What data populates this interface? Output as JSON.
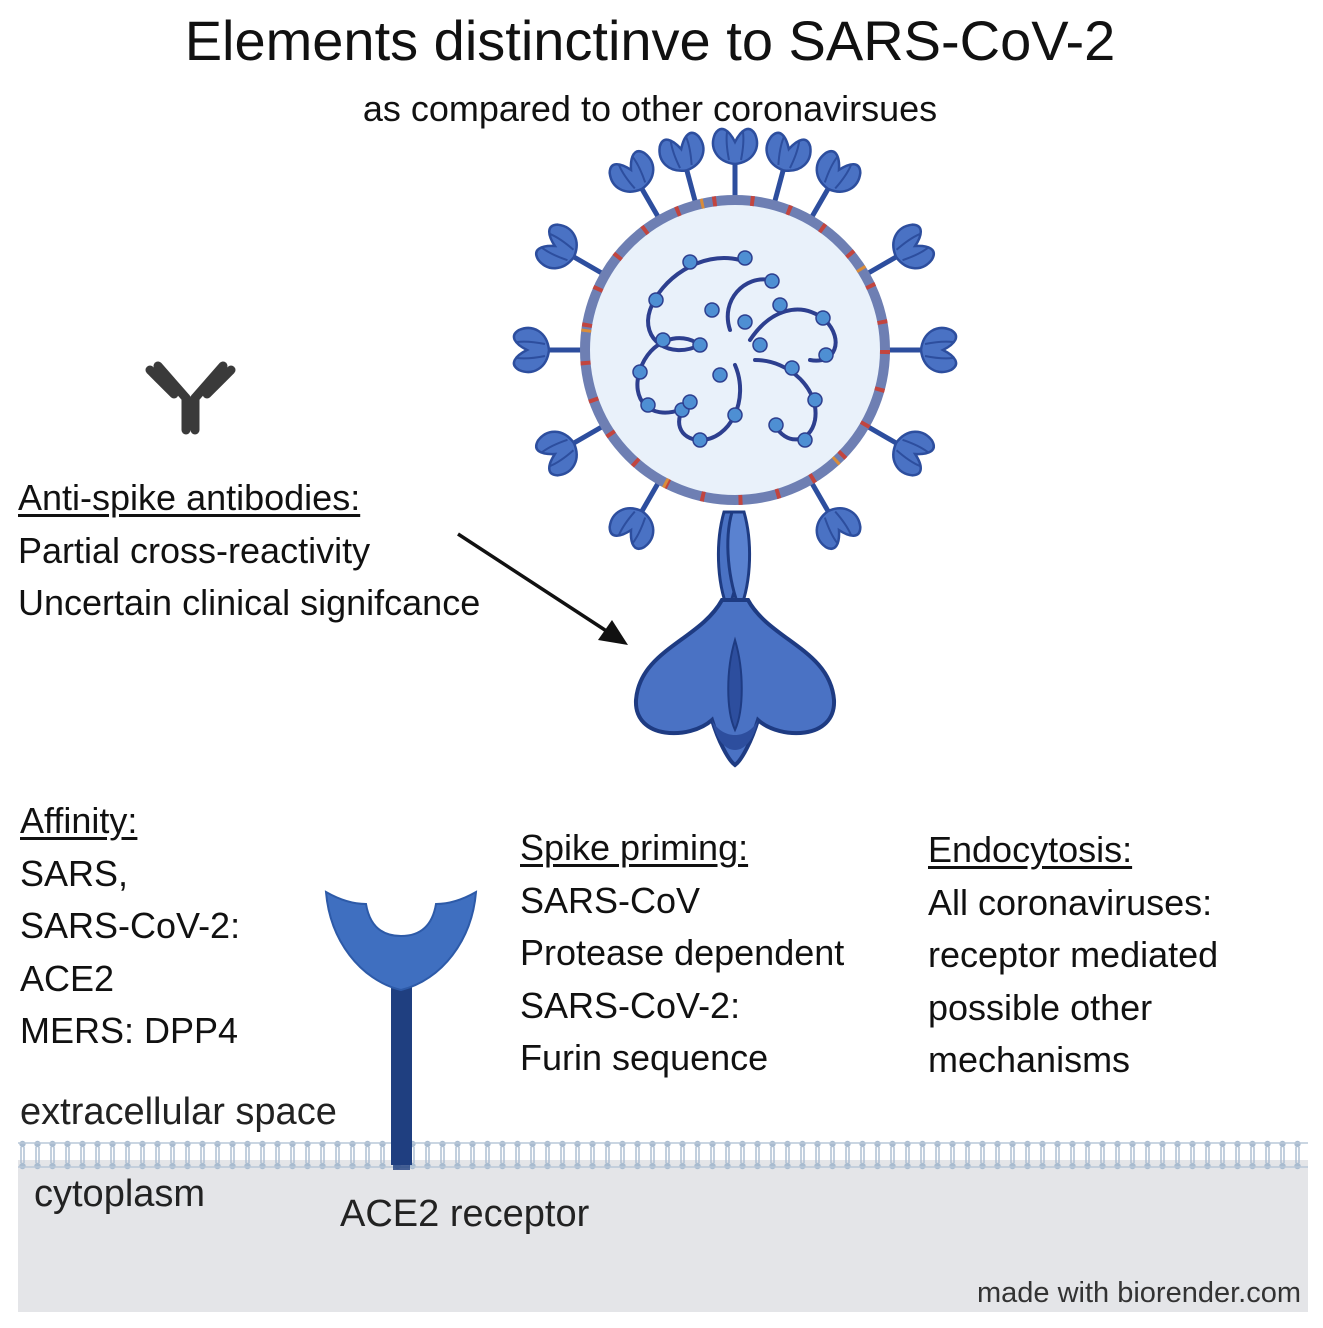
{
  "title": "Elements distinctinve to SARS-CoV-2",
  "subtitle": "as compared to other coronavirsues",
  "antibodies": {
    "heading": "Anti-spike antibodies:",
    "lines": [
      "Partial cross-reactivity",
      "Uncertain clinical signifcance"
    ]
  },
  "affinity": {
    "heading": "Affinity:",
    "lines": [
      "SARS,",
      "SARS-CoV-2:",
      "ACE2",
      "MERS: DPP4"
    ]
  },
  "spike_priming": {
    "heading": "Spike priming:",
    "lines": [
      "SARS-CoV",
      "Protease dependent",
      "SARS-CoV-2:",
      "Furin sequence"
    ]
  },
  "endocytosis": {
    "heading": "Endocytosis:",
    "lines": [
      "All coronaviruses:",
      "receptor mediated",
      "possible other",
      "mechanisms"
    ]
  },
  "labels": {
    "extracellular": "extracellular space",
    "cytoplasm": "cytoplasm",
    "receptor": "ACE2 receptor",
    "credit": "made with biorender.com"
  },
  "icons": [
    "antibody-icon",
    "virus-icon",
    "spike-protein-icon",
    "ace2-receptor-icon",
    "cell-membrane-icon",
    "arrow-icon"
  ],
  "colors": {
    "spike_blue": "#4a72c4",
    "spike_dark": "#2d4e9e",
    "receptor_cup": "#3f6fc0",
    "receptor_stalk": "#1f3f80",
    "virus_interior": "#e9f1fa",
    "envelope": "#6e7fb3",
    "envelope_protein_red": "#c2453f",
    "envelope_protein_orange": "#d98c3a",
    "rna_strand": "#2d3f8f",
    "rna_bead": "#4e8fd3",
    "membrane": "#a9bcd0",
    "cytoplasm": "#e4e5e8",
    "antibody": "#3a3a3a"
  }
}
